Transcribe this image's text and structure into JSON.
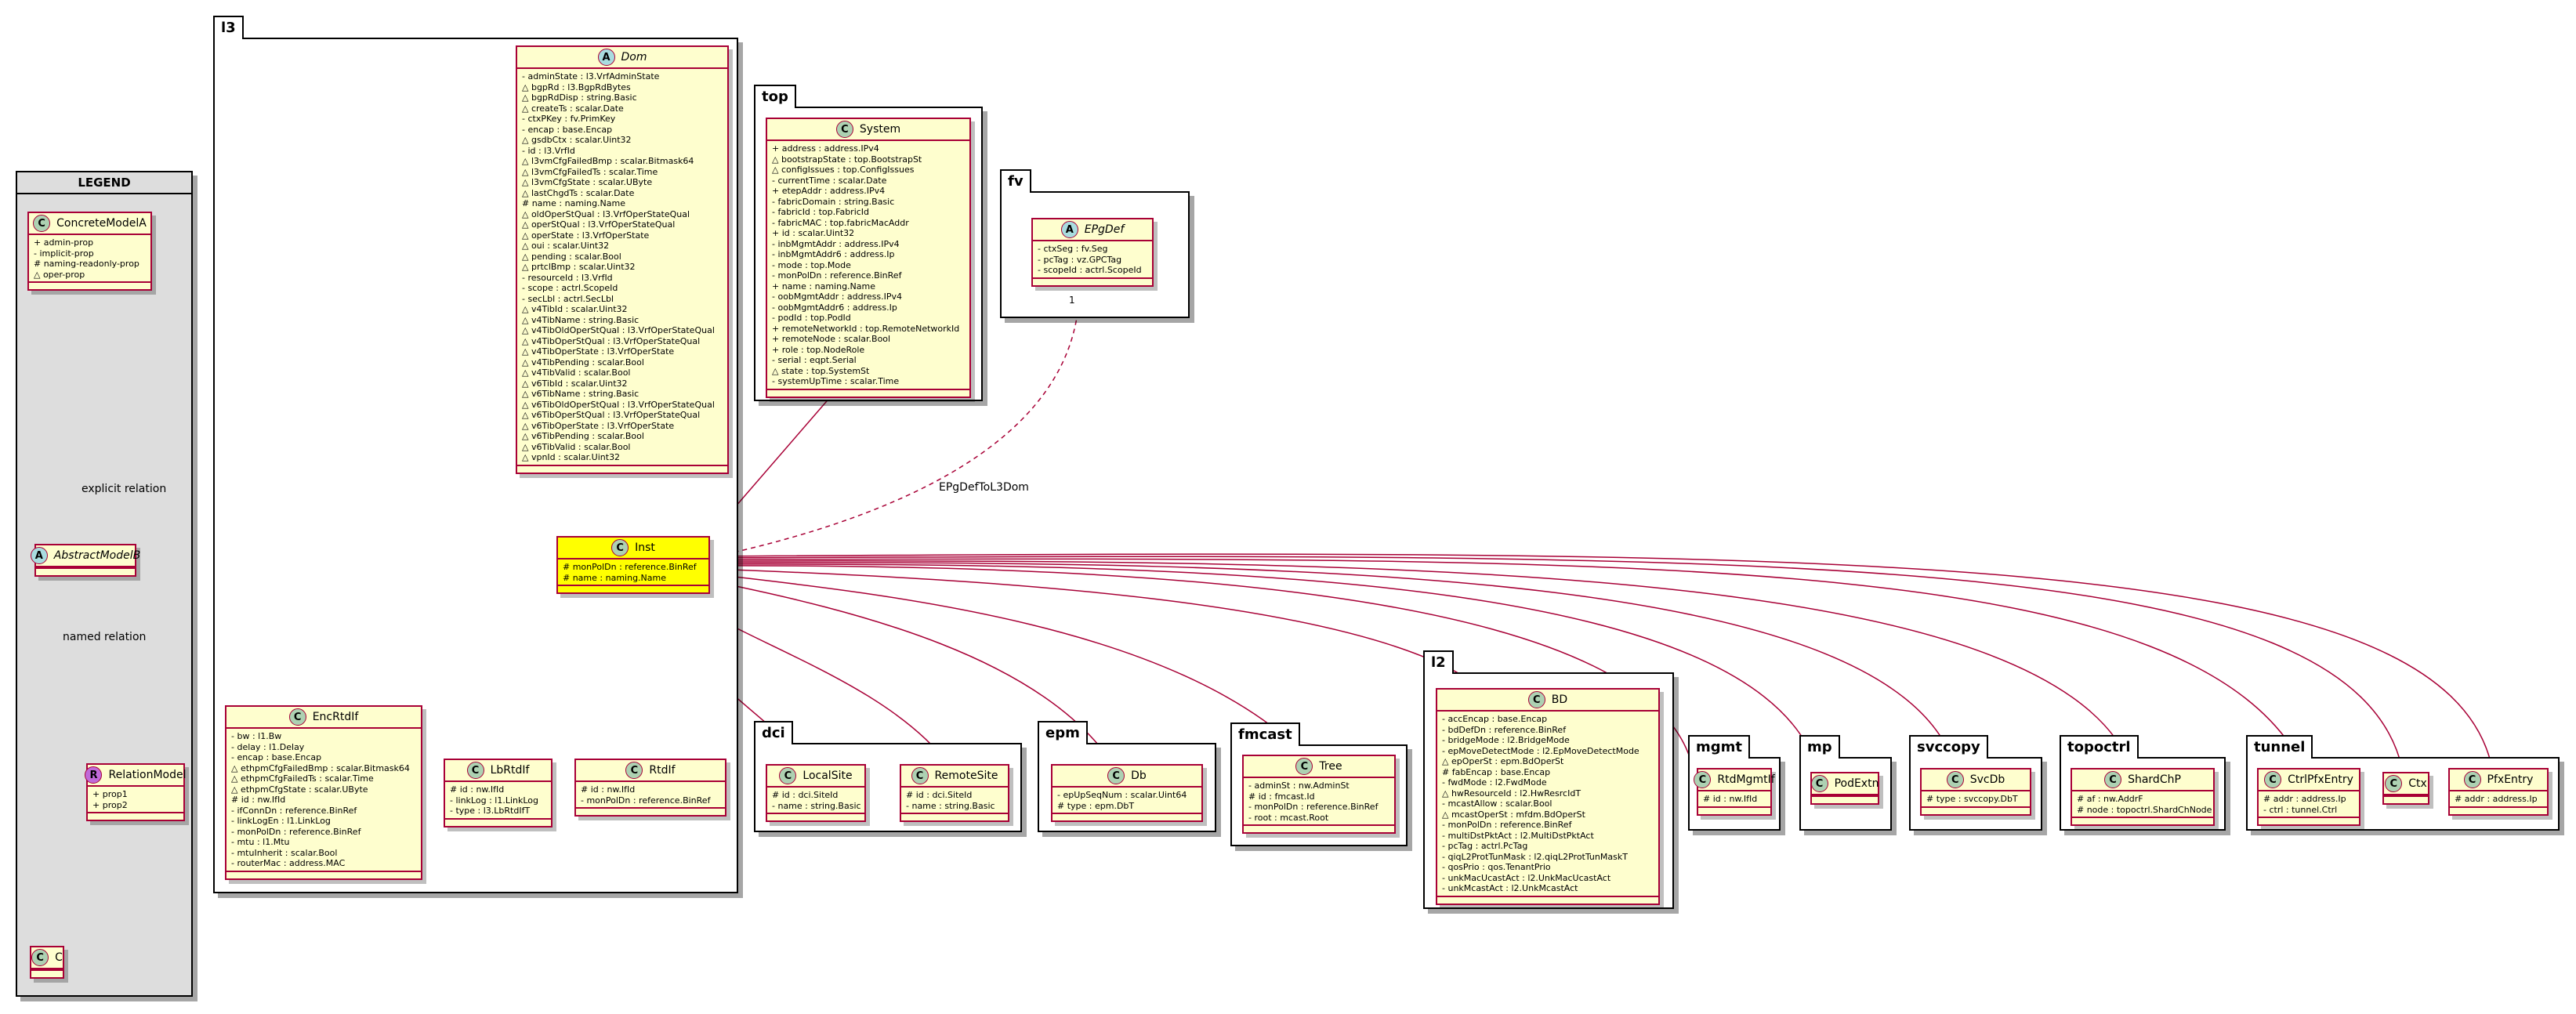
{
  "legend": {
    "title": "LEGEND",
    "explicit_relation": "explicit relation",
    "named_relation": "named relation",
    "concrete": {
      "name": "ConcreteModelA",
      "stereo": "C",
      "attrs": [
        "+ admin-prop",
        "- implicit-prop",
        "# naming-readonly-prop",
        "△ oper-prop"
      ]
    },
    "abstract": {
      "name": "AbstractModelB",
      "stereo": "A",
      "attrs": []
    },
    "relation": {
      "name": "RelationModel",
      "stereo": "R",
      "attrs": [
        "+ prop1",
        "+ prop2"
      ]
    },
    "c": {
      "name": "C",
      "stereo": "C",
      "attrs": []
    }
  },
  "packages": {
    "l3": "l3",
    "top": "top",
    "fv": "fv",
    "dci": "dci",
    "epm": "epm",
    "fmcast": "fmcast",
    "l2": "l2",
    "mgmt": "mgmt",
    "mp": "mp",
    "svccopy": "svccopy",
    "topoctrl": "topoctrl",
    "tunnel": "tunnel"
  },
  "edge_label": "EPgDefToL3Dom",
  "multiplicity": "1",
  "classes": {
    "dom": {
      "name": "Dom",
      "stereo": "A",
      "attrs": [
        "- adminState : l3.VrfAdminState",
        "△ bgpRd : l3.BgpRdBytes",
        "△ bgpRdDisp : string.Basic",
        "△ createTs : scalar.Date",
        "- ctxPKey : fv.PrimKey",
        "- encap : base.Encap",
        "△ gsdbCtx : scalar.Uint32",
        "- id : l3.VrfId",
        "△ l3vmCfgFailedBmp : scalar.Bitmask64",
        "△ l3vmCfgFailedTs : scalar.Time",
        "△ l3vmCfgState : scalar.UByte",
        "△ lastChgdTs : scalar.Date",
        "# name : naming.Name",
        "△ oldOperStQual : l3.VrfOperStateQual",
        "△ operStQual : l3.VrfOperStateQual",
        "△ operState : l3.VrfOperState",
        "△ oui : scalar.Uint32",
        "△ pending : scalar.Bool",
        "△ prtclBmp : scalar.Uint32",
        "- resourceId : l3.VrfId",
        "- scope : actrl.ScopeId",
        "- secLbl : actrl.SecLbl",
        "△ v4TibId : scalar.Uint32",
        "△ v4TibName : string.Basic",
        "△ v4TibOldOperStQual : l3.VrfOperStateQual",
        "△ v4TibOperStQual : l3.VrfOperStateQual",
        "△ v4TibOperState : l3.VrfOperState",
        "△ v4TibPending : scalar.Bool",
        "△ v4TibValid : scalar.Bool",
        "△ v6TibId : scalar.Uint32",
        "△ v6TibName : string.Basic",
        "△ v6TibOldOperStQual : l3.VrfOperStateQual",
        "△ v6TibOperStQual : l3.VrfOperStateQual",
        "△ v6TibOperState : l3.VrfOperState",
        "△ v6TibPending : scalar.Bool",
        "△ v6TibValid : scalar.Bool",
        "△ vpnId : scalar.Uint32"
      ]
    },
    "inst": {
      "name": "Inst",
      "stereo": "C",
      "attrs": [
        "# monPolDn : reference.BinRef",
        "# name : naming.Name"
      ]
    },
    "encrtdif": {
      "name": "EncRtdIf",
      "stereo": "C",
      "attrs": [
        "- bw : l1.Bw",
        "- delay : l1.Delay",
        "- encap : base.Encap",
        "△ ethpmCfgFailedBmp : scalar.Bitmask64",
        "△ ethpmCfgFailedTs : scalar.Time",
        "△ ethpmCfgState : scalar.UByte",
        "# id : nw.IfId",
        "- ifConnDn : reference.BinRef",
        "- linkLogEn : l1.LinkLog",
        "- monPolDn : reference.BinRef",
        "- mtu : l1.Mtu",
        "- mtuInherit : scalar.Bool",
        "- routerMac : address.MAC"
      ]
    },
    "lbrtdif": {
      "name": "LbRtdIf",
      "stereo": "C",
      "attrs": [
        "# id : nw.IfId",
        "- linkLog : l1.LinkLog",
        "- type : l3.LbRtdIfT"
      ]
    },
    "rtdif": {
      "name": "RtdIf",
      "stereo": "C",
      "attrs": [
        "# id : nw.IfId",
        "- monPolDn : reference.BinRef"
      ]
    },
    "system": {
      "name": "System",
      "stereo": "C",
      "attrs": [
        "+ address : address.IPv4",
        "△ bootstrapState : top.BootstrapSt",
        "△ configIssues : top.ConfigIssues",
        "- currentTime : scalar.Date",
        "+ etepAddr : address.IPv4",
        "- fabricDomain : string.Basic",
        "- fabricId : top.FabricId",
        "- fabricMAC : top.fabricMacAddr",
        "+ id : scalar.Uint32",
        "- inbMgmtAddr : address.IPv4",
        "- inbMgmtAddr6 : address.Ip",
        "- mode : top.Mode",
        "- monPolDn : reference.BinRef",
        "+ name : naming.Name",
        "- oobMgmtAddr : address.IPv4",
        "- oobMgmtAddr6 : address.Ip",
        "- podId : top.PodId",
        "+ remoteNetworkId : top.RemoteNetworkId",
        "+ remoteNode : scalar.Bool",
        "+ role : top.NodeRole",
        "- serial : eqpt.Serial",
        "△ state : top.SystemSt",
        "- systemUpTime : scalar.Time"
      ]
    },
    "epgdef": {
      "name": "EPgDef",
      "stereo": "A",
      "attrs": [
        "- ctxSeg : fv.Seg",
        "- pcTag : vz.GPCTag",
        "- scopeId : actrl.ScopeId"
      ]
    },
    "localsite": {
      "name": "LocalSite",
      "stereo": "C",
      "attrs": [
        "# id : dci.SiteId",
        "- name : string.Basic"
      ]
    },
    "remotesite": {
      "name": "RemoteSite",
      "stereo": "C",
      "attrs": [
        "# id : dci.SiteId",
        "- name : string.Basic"
      ]
    },
    "db": {
      "name": "Db",
      "stereo": "C",
      "attrs": [
        "- epUpSeqNum : scalar.Uint64",
        "# type : epm.DbT"
      ]
    },
    "tree": {
      "name": "Tree",
      "stereo": "C",
      "attrs": [
        "- adminSt : nw.AdminSt",
        "# id : fmcast.Id",
        "- monPolDn : reference.BinRef",
        "- root : mcast.Root"
      ]
    },
    "bd": {
      "name": "BD",
      "stereo": "C",
      "attrs": [
        "- accEncap : base.Encap",
        "- bdDefDn : reference.BinRef",
        "- bridgeMode : l2.BridgeMode",
        "- epMoveDetectMode : l2.EpMoveDetectMode",
        "△ epOperSt : epm.BdOperSt",
        "# fabEncap : base.Encap",
        "- fwdMode : l2.FwdMode",
        "△ hwResourceId : l2.HwResrcIdT",
        "- mcastAllow : scalar.Bool",
        "△ mcastOperSt : mfdm.BdOperSt",
        "- monPolDn : reference.BinRef",
        "- multiDstPktAct : l2.MultiDstPktAct",
        "- pcTag : actrl.PcTag",
        "- qiqL2ProtTunMask : l2.qiqL2ProtTunMaskT",
        "- qosPrio : qos.TenantPrio",
        "- unkMacUcastAct : l2.UnkMacUcastAct",
        "- unkMcastAct : l2.UnkMcastAct"
      ]
    },
    "rtdmgmtif": {
      "name": "RtdMgmtIf",
      "stereo": "C",
      "attrs": [
        "# id : nw.IfId"
      ]
    },
    "podextn": {
      "name": "PodExtn",
      "stereo": "C",
      "attrs": []
    },
    "svcdb": {
      "name": "SvcDb",
      "stereo": "C",
      "attrs": [
        "# type : svccopy.DbT"
      ]
    },
    "shardchp": {
      "name": "ShardChP",
      "stereo": "C",
      "attrs": [
        "# af : nw.AddrF",
        "# node : topoctrl.ShardChNode"
      ]
    },
    "ctrlpfxentry": {
      "name": "CtrlPfxEntry",
      "stereo": "C",
      "attrs": [
        "# addr : address.Ip",
        "- ctrl : tunnel.Ctrl"
      ]
    },
    "ctx": {
      "name": "Ctx",
      "stereo": "C",
      "attrs": []
    },
    "pfxentry": {
      "name": "PfxEntry",
      "stereo": "C",
      "attrs": [
        "# addr : address.Ip"
      ]
    }
  }
}
